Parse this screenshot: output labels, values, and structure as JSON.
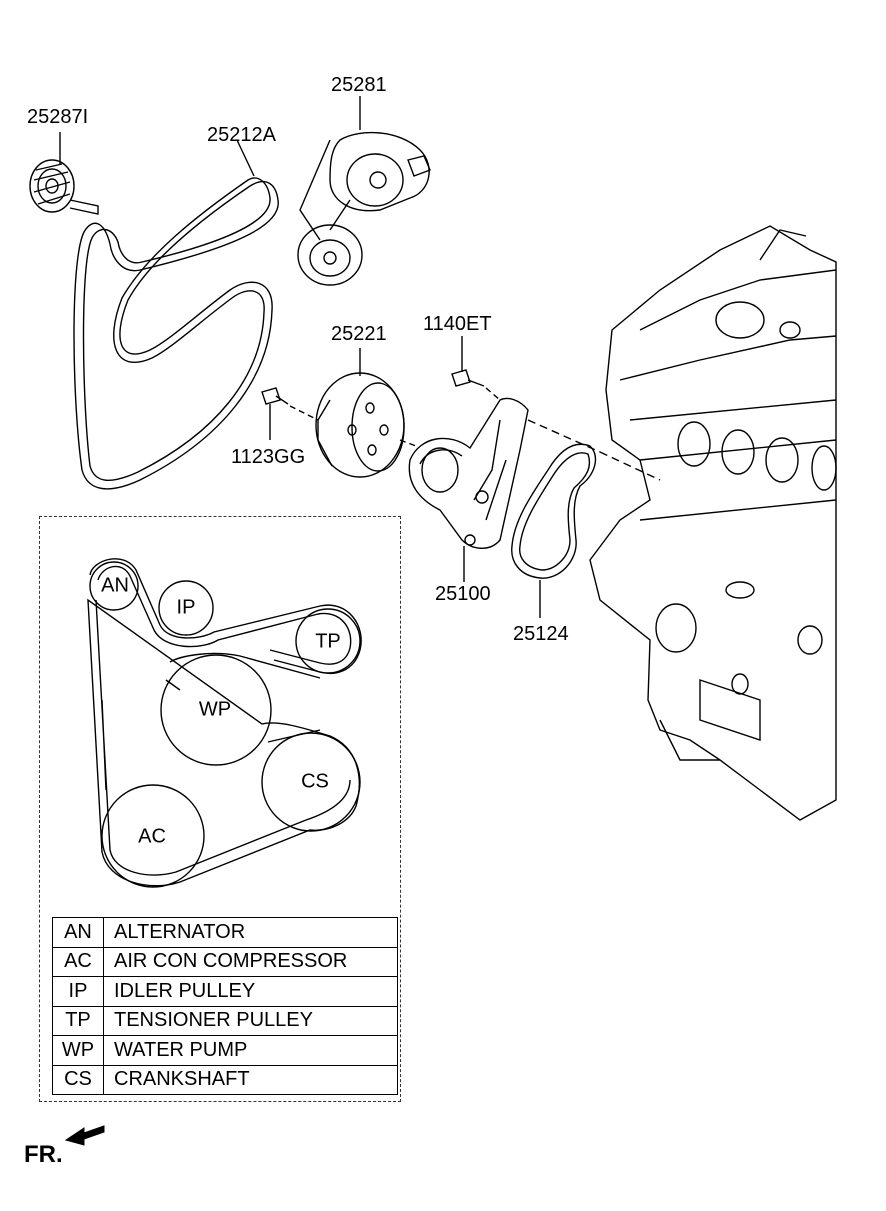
{
  "part_labels": {
    "p25287I": "25287I",
    "p25212A": "25212A",
    "p25281": "25281",
    "p25221": "25221",
    "p1140ET": "1140ET",
    "p1123GG": "1123GG",
    "p25100": "25100",
    "p25124": "25124"
  },
  "pulleys": {
    "an": "AN",
    "ip": "IP",
    "tp": "TP",
    "wp": "WP",
    "cs": "CS",
    "ac": "AC"
  },
  "legend": [
    {
      "abbr": "AN",
      "desc": "ALTERNATOR"
    },
    {
      "abbr": "AC",
      "desc": "AIR CON COMPRESSOR"
    },
    {
      "abbr": "IP",
      "desc": "IDLER PULLEY"
    },
    {
      "abbr": "TP",
      "desc": "TENSIONER PULLEY"
    },
    {
      "abbr": "WP",
      "desc": "WATER PUMP"
    },
    {
      "abbr": "CS",
      "desc": "CRANKSHAFT"
    }
  ],
  "direction_label": "FR."
}
